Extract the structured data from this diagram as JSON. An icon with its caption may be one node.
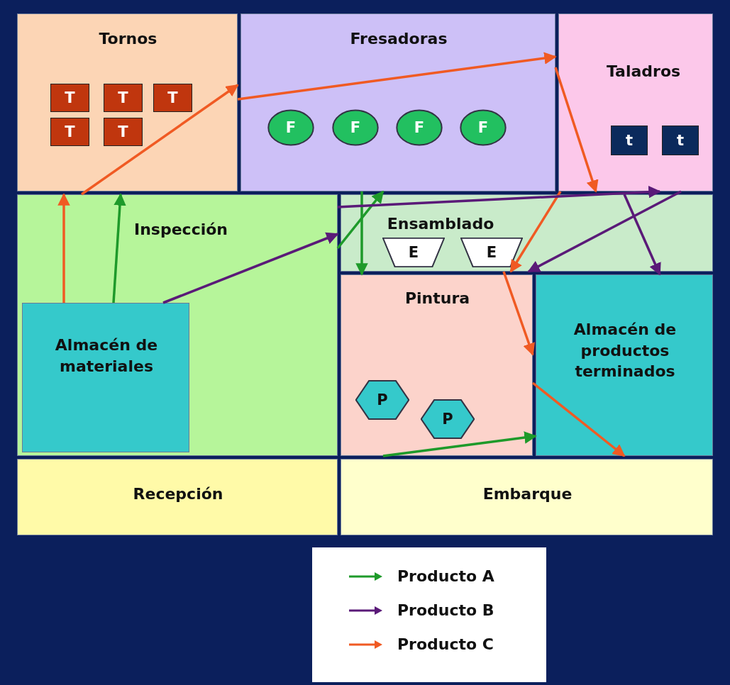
{
  "diagram": {
    "nodes": [
      {
        "text": [
          "Tornos"
        ]
      },
      {
        "text": [
          "Fresadoras"
        ]
      },
      {
        "text": [
          "Taladros"
        ]
      },
      {
        "text": [
          "Inspección"
        ]
      },
      {
        "text": [
          "Ensamblado"
        ]
      },
      {
        "text": [
          "Almacén de materiales"
        ],
        "in": 3
      },
      {
        "text": [
          "Pintura"
        ]
      },
      {
        "text": [
          "Almacén de productos terminados"
        ]
      },
      {
        "text": [
          "Recepción"
        ]
      },
      {
        "text": [
          "Embarque"
        ]
      },
      {
        "text": [
          "T"
        ],
        "in": 0
      },
      {
        "text": [
          "T"
        ],
        "in": 0
      },
      {
        "text": [
          "T"
        ],
        "in": 0
      },
      {
        "text": [
          "T"
        ],
        "in": 0
      },
      {
        "text": [
          "T"
        ],
        "in": 0
      },
      {
        "text": [
          "F"
        ],
        "in": 1
      },
      {
        "text": [
          "F"
        ],
        "in": 1
      },
      {
        "text": [
          "F"
        ],
        "in": 1
      },
      {
        "text": [
          "F"
        ],
        "in": 1
      },
      {
        "text": [
          "t"
        ],
        "in": 2
      },
      {
        "text": [
          "t"
        ],
        "in": 2
      },
      {
        "text": [
          "E"
        ],
        "in": 4
      },
      {
        "text": [
          "E"
        ],
        "in": 4
      },
      {
        "text": [
          "P"
        ],
        "in": 6
      },
      {
        "text": [
          "P"
        ],
        "in": 6
      }
    ],
    "edges": [
      {
        "from": 5,
        "to": 3,
        "arrow": "to",
        "color": "#f05a23"
      },
      {
        "from": 3,
        "to": 0,
        "arrow": "to",
        "color": "#f05a23"
      },
      {
        "from": 0,
        "to": 1,
        "arrow": "to",
        "color": "#f05a23"
      },
      {
        "from": 1,
        "to": 2,
        "arrow": "to",
        "color": "#f05a23"
      },
      {
        "from": 2,
        "to": 4,
        "arrow": "to",
        "color": "#f05a23"
      },
      {
        "from": 4,
        "to": 6,
        "arrow": "to",
        "color": "#f05a23"
      },
      {
        "from": 6,
        "to": 7,
        "arrow": "to",
        "color": "#f05a23"
      },
      {
        "from": 5,
        "to": 3,
        "arrow": "to",
        "color": "#1e9a2a"
      },
      {
        "from": 3,
        "to": 1,
        "arrow": "to",
        "color": "#1e9a2a"
      },
      {
        "from": 1,
        "to": 6,
        "arrow": "to",
        "color": "#1e9a2a"
      },
      {
        "from": 6,
        "to": 7,
        "arrow": "to",
        "color": "#1e9a2a"
      },
      {
        "from": 5,
        "to": 3,
        "arrow": "to",
        "color": "#5a1a78"
      },
      {
        "from": 3,
        "to": 2,
        "arrow": "to",
        "color": "#5a1a78"
      },
      {
        "from": 2,
        "to": 4,
        "arrow": "to",
        "color": "#5a1a78"
      },
      {
        "from": 4,
        "to": 7,
        "arrow": "to",
        "color": "#5a1a78"
      }
    ],
    "legend": [
      {
        "text": "Producto A",
        "color": "#1e9a2a"
      },
      {
        "text": "Producto B",
        "color": "#5a1a78"
      },
      {
        "text": "Producto C",
        "color": "#f05a23"
      }
    ]
  }
}
